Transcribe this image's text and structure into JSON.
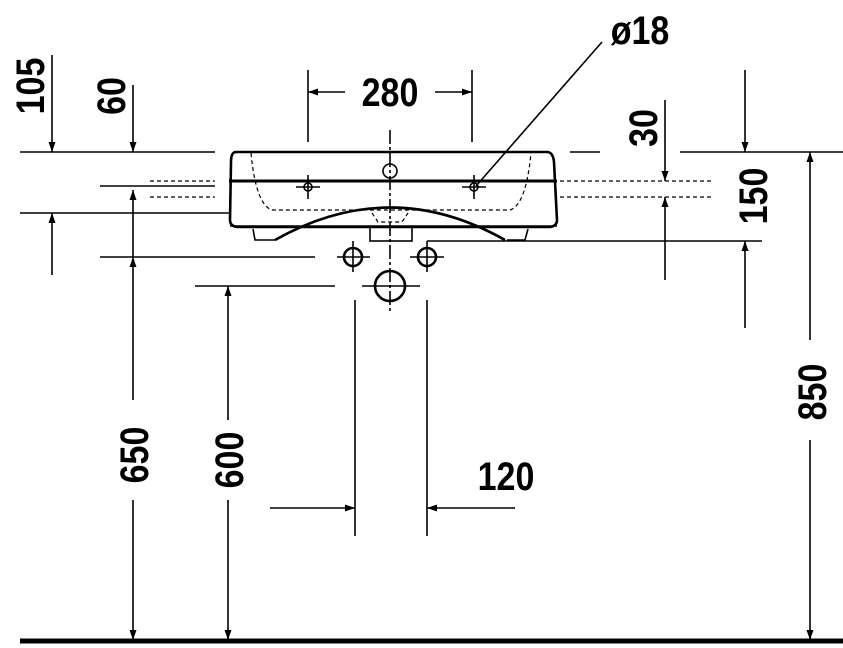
{
  "drawing": {
    "dimensions": {
      "rim_to_top_left": "105",
      "rim_offset_left": "60",
      "tap_hole_spacing": "280",
      "tap_hole_diameter": "ø18",
      "rim_offset_right": "30",
      "basin_depth": "150",
      "waste_height": "650",
      "supply_height": "600",
      "rim_height": "850",
      "supply_spacing": "120"
    }
  }
}
